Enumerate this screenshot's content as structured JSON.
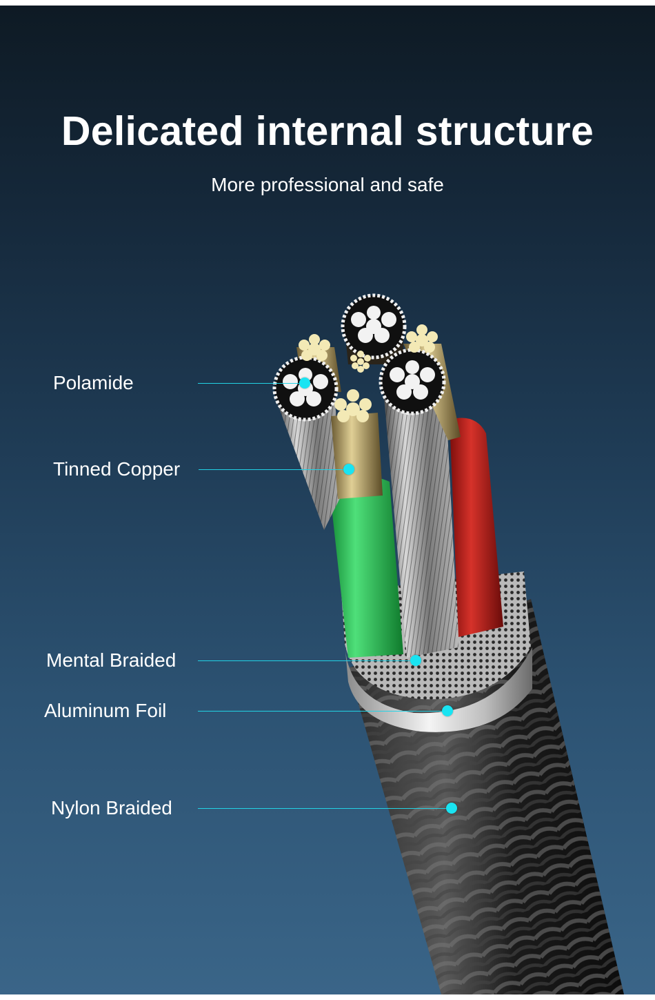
{
  "header": {
    "title": "Delicated internal structure",
    "subtitle": "More professional and safe"
  },
  "callouts": [
    {
      "id": "polamide",
      "label": "Polamide"
    },
    {
      "id": "tinned-copper",
      "label": "Tinned Copper"
    },
    {
      "id": "mental-braided",
      "label": "Mental Braided"
    },
    {
      "id": "aluminum-foil",
      "label": "Aluminum Foil"
    },
    {
      "id": "nylon-braided",
      "label": "Nylon Braided"
    }
  ],
  "colors": {
    "accent": "#19e4f2",
    "background_top": "#0e1a24",
    "background_bottom": "#3a6588",
    "wire_green": "#22b14c",
    "wire_red": "#c0201c",
    "copper": "#f3e9b5",
    "silver": "#d9d9d9",
    "nylon": "#1a1a1a"
  }
}
